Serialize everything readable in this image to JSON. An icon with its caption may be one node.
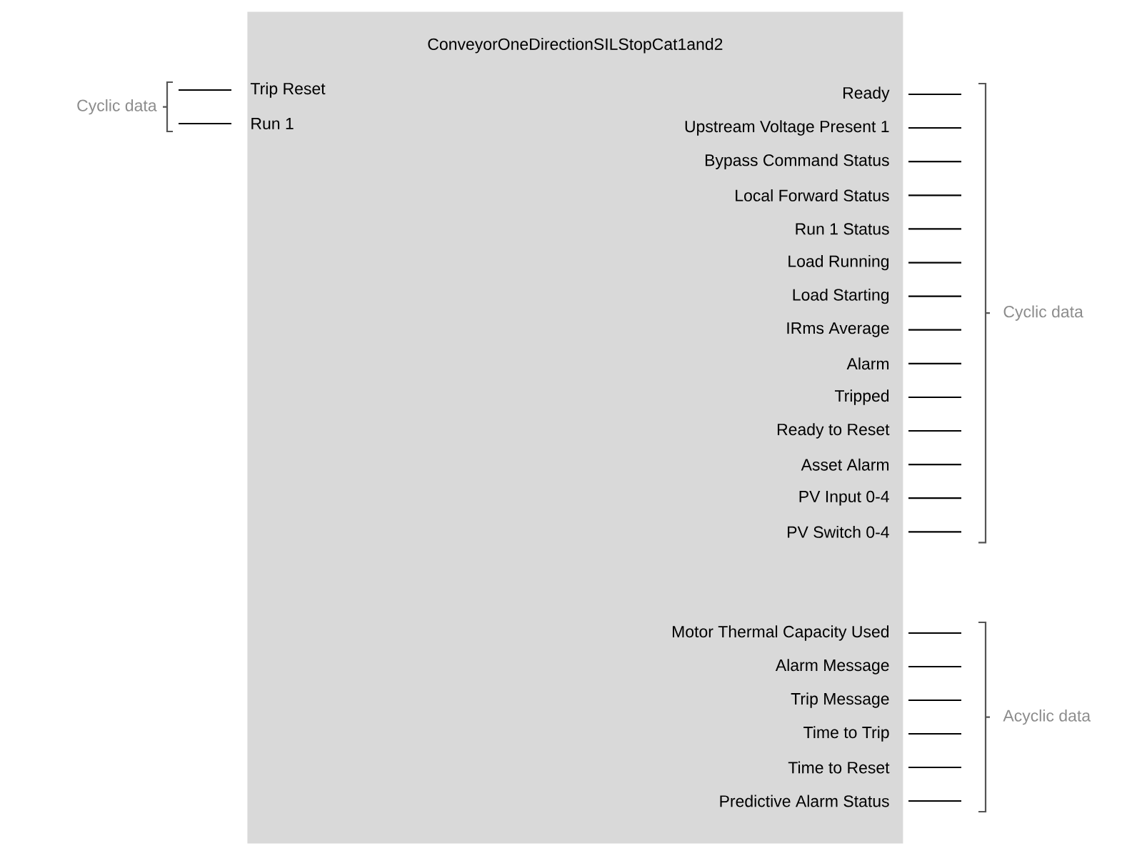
{
  "diagram": {
    "nodes": [
      {
        "text": [
          "ConveyorOneDirectionSILStopCat1and2"
        ]
      }
    ],
    "labels": [
      "Cyclic data",
      "Trip Reset",
      "Run 1",
      "Ready",
      "Upstream Voltage Present 1",
      "Bypass Command Status",
      "Local Forward Status",
      "Run 1 Status",
      "Load Running",
      "Load Starting",
      "IRms Average",
      "Alarm",
      "Tripped",
      "Ready to Reset",
      "Asset Alarm",
      "PV Input 0-4",
      "PV Switch 0-4",
      "Cyclic data",
      "Motor Thermal Capacity Used",
      "Alarm Message",
      "Trip Message",
      "Time to Trip",
      "Time to Reset",
      "Predictive Alarm Status",
      "Acyclic data"
    ]
  }
}
